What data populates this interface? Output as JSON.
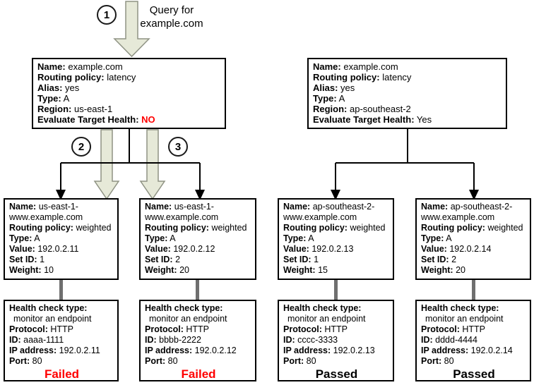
{
  "colors": {
    "arrow_fill": "#e6e9d8",
    "arrow_stroke": "#8f9384",
    "line_black": "#000000",
    "connector_gray": "#6f6f6f",
    "fail_red": "#ff0000",
    "pass_black": "#000000"
  },
  "annotations": {
    "step1": "1",
    "step2": "2",
    "step3": "3",
    "query_line1": "Query for",
    "query_line2": "example.com"
  },
  "latency_records": [
    {
      "rows": [
        {
          "label": "Name:",
          "value": "example.com"
        },
        {
          "label": "Routing policy:",
          "value": "latency"
        },
        {
          "label": "Alias:",
          "value": "yes"
        },
        {
          "label": "Type:",
          "value": "A"
        },
        {
          "label": "Region:",
          "value": "us-east-1"
        },
        {
          "label": "Evaluate Target Health:",
          "value": "NO",
          "value_color": "#ff0000",
          "value_weight": "bold"
        }
      ]
    },
    {
      "rows": [
        {
          "label": "Name:",
          "value": "example.com"
        },
        {
          "label": "Routing policy:",
          "value": "latency"
        },
        {
          "label": "Alias:",
          "value": "yes"
        },
        {
          "label": "Type:",
          "value": "A"
        },
        {
          "label": "Region:",
          "value": "ap-southeast-2"
        },
        {
          "label": "Evaluate Target Health:",
          "value": "Yes"
        }
      ]
    }
  ],
  "weighted_records": [
    {
      "rows": [
        {
          "label": "Name:",
          "value": "us-east-1-www.example.com"
        },
        {
          "label": "Routing policy:",
          "value": "weighted"
        },
        {
          "label": "Type:",
          "value": "A"
        },
        {
          "label": "Value:",
          "value": "192.0.2.11"
        },
        {
          "label": "Set ID:",
          "value": "1"
        },
        {
          "label": "Weight:",
          "value": "10"
        }
      ]
    },
    {
      "rows": [
        {
          "label": "Name:",
          "value": "us-east-1-www.example.com"
        },
        {
          "label": "Routing policy:",
          "value": "weighted"
        },
        {
          "label": "Type:",
          "value": "A"
        },
        {
          "label": "Value:",
          "value": "192.0.2.12"
        },
        {
          "label": "Set ID:",
          "value": "2"
        },
        {
          "label": "Weight:",
          "value": "20"
        }
      ]
    },
    {
      "rows": [
        {
          "label": "Name:",
          "value": "ap-southeast-2-www.example.com"
        },
        {
          "label": "Routing policy:",
          "value": "weighted"
        },
        {
          "label": "Type:",
          "value": "A"
        },
        {
          "label": "Value:",
          "value": "192.0.2.13"
        },
        {
          "label": "Set ID:",
          "value": "1"
        },
        {
          "label": "Weight:",
          "value": "15"
        }
      ]
    },
    {
      "rows": [
        {
          "label": "Name:",
          "value": "ap-southeast-2-www.example.com"
        },
        {
          "label": "Routing policy:",
          "value": "weighted"
        },
        {
          "label": "Type:",
          "value": "A"
        },
        {
          "label": "Value:",
          "value": "192.0.2.14"
        },
        {
          "label": "Set ID:",
          "value": "2"
        },
        {
          "label": "Weight:",
          "value": "20"
        }
      ]
    }
  ],
  "health_checks": [
    {
      "type_label": "Health check type:",
      "type_value": "monitor an endpoint",
      "rows": [
        {
          "label": "Protocol:",
          "value": "HTTP"
        },
        {
          "label": "ID:",
          "value": "aaaa-1111"
        },
        {
          "label": "IP address:",
          "value": "192.0.2.11"
        },
        {
          "label": "Port:",
          "value": "80"
        }
      ],
      "status": "Failed",
      "status_color": "#ff0000"
    },
    {
      "type_label": "Health check type:",
      "type_value": "monitor an endpoint",
      "rows": [
        {
          "label": "Protocol:",
          "value": "HTTP"
        },
        {
          "label": "ID:",
          "value": "bbbb-2222"
        },
        {
          "label": "IP address:",
          "value": "192.0.2.12"
        },
        {
          "label": "Port:",
          "value": "80"
        }
      ],
      "status": "Failed",
      "status_color": "#ff0000"
    },
    {
      "type_label": "Health check type:",
      "type_value": "monitor an endpoint",
      "rows": [
        {
          "label": "Protocol:",
          "value": "HTTP"
        },
        {
          "label": "ID:",
          "value": "cccc-3333"
        },
        {
          "label": "IP address:",
          "value": "192.0.2.13"
        },
        {
          "label": "Port:",
          "value": "80"
        }
      ],
      "status": "Passed",
      "status_color": "#000000"
    },
    {
      "type_label": "Health check type:",
      "type_value": "monitor an endpoint",
      "rows": [
        {
          "label": "Protocol:",
          "value": "HTTP"
        },
        {
          "label": "ID:",
          "value": "dddd-4444"
        },
        {
          "label": "IP address:",
          "value": "192.0.2.14"
        },
        {
          "label": "Port:",
          "value": "80"
        }
      ],
      "status": "Passed",
      "status_color": "#000000"
    }
  ]
}
